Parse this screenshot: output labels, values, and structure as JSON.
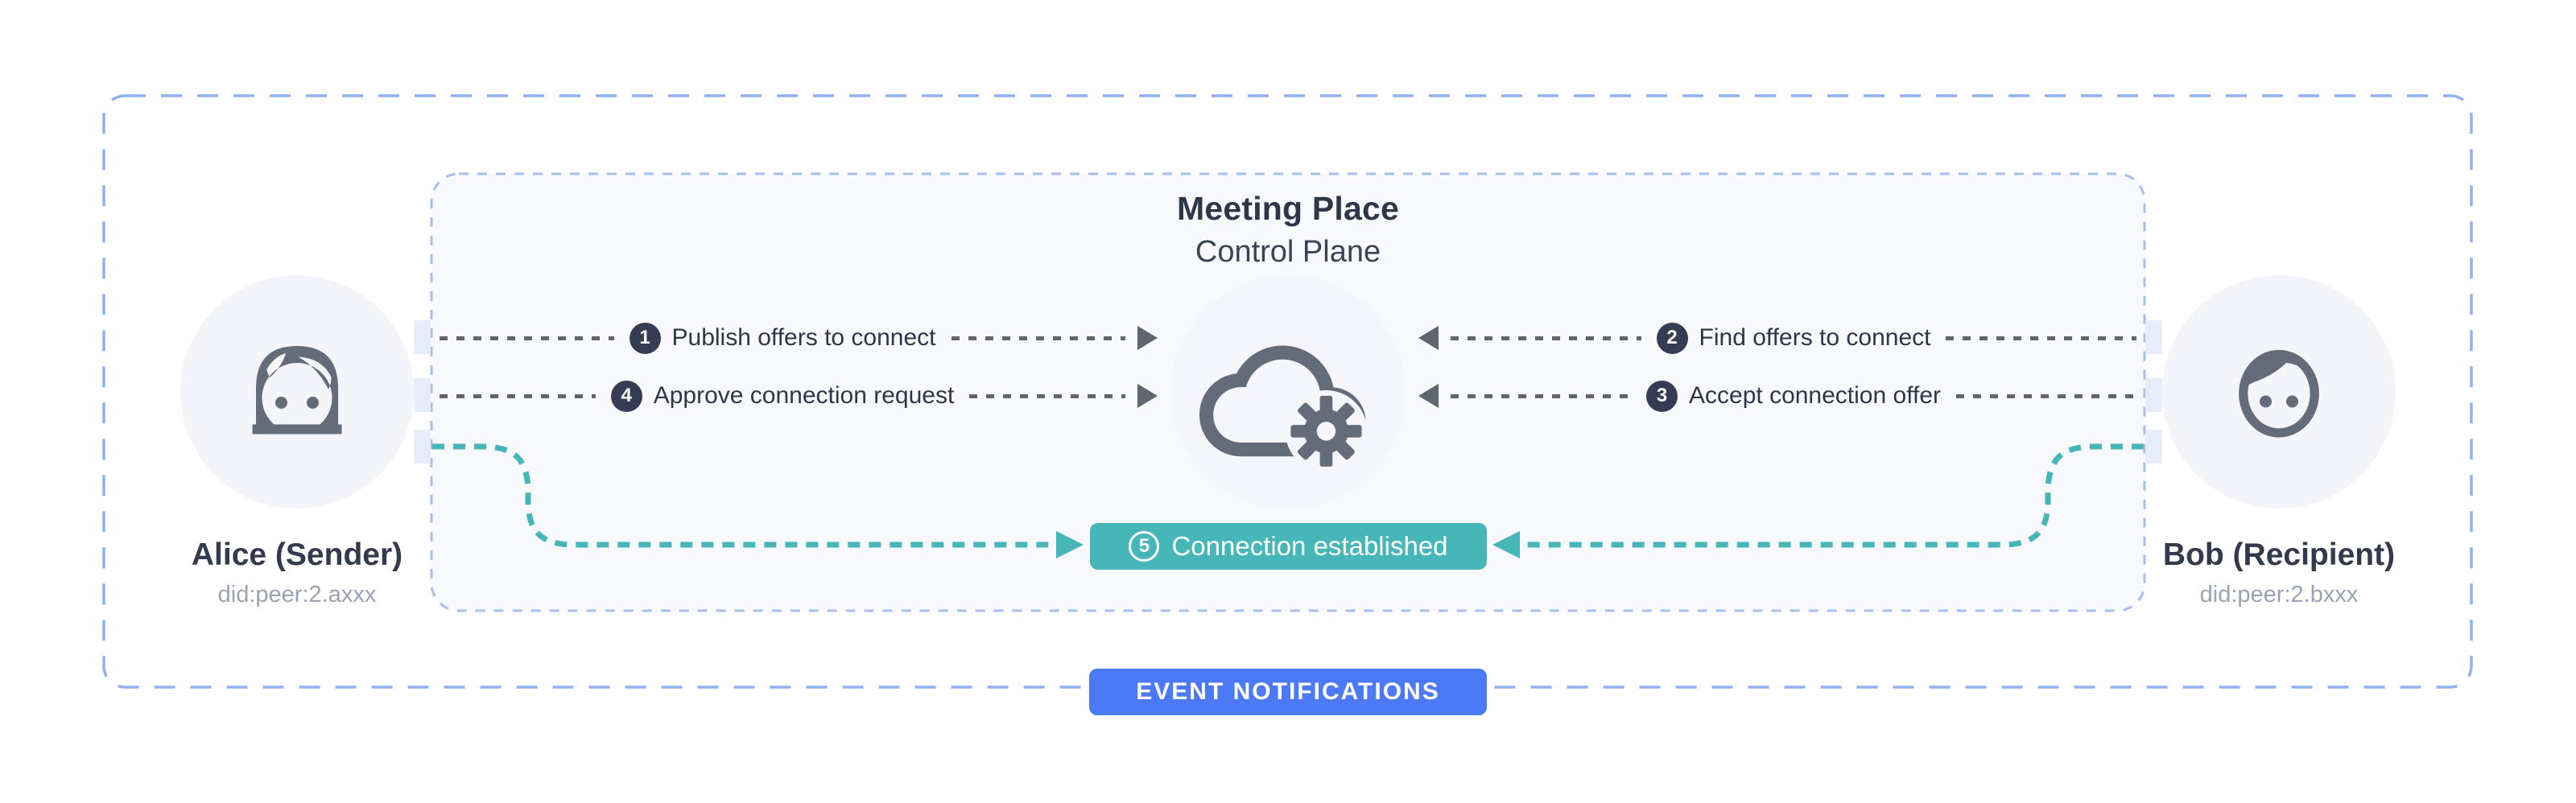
{
  "diagram": {
    "outer_zone_label": "EVENT NOTIFICATIONS",
    "meeting_place": {
      "title": "Meeting Place",
      "subtitle": "Control Plane"
    },
    "actors": {
      "alice": {
        "name": "Alice (Sender)",
        "did": "did:peer:2.axxx"
      },
      "bob": {
        "name": "Bob (Recipient)",
        "did": "did:peer:2.bxxx"
      }
    },
    "steps": {
      "publish": {
        "num": "1",
        "label": "Publish offers to connect",
        "arrow": "alice-to-meeting-place"
      },
      "find": {
        "num": "2",
        "label": "Find offers to connect",
        "arrow": "bob-to-meeting-place"
      },
      "accept": {
        "num": "3",
        "label": "Accept connection offer",
        "arrow": "bob-to-meeting-place"
      },
      "approve": {
        "num": "4",
        "label": "Approve connection request",
        "arrow": "alice-to-meeting-place"
      },
      "established": {
        "num": "5",
        "label": "Connection established",
        "arrow": "alice-and-bob-to-badge"
      }
    },
    "icons": {
      "alice": "woman-face-icon",
      "bob": "boy-face-icon",
      "meeting_place": "cloud-gear-icon"
    },
    "colors": {
      "teal_accent": "#46b6b9",
      "blue_accent": "#4c79f6",
      "navy_text": "#333a4e",
      "slate_icon": "#646b79",
      "gray_arrow": "#5f6672",
      "outer_dash_border": "#8fb1f3",
      "inner_dash_border": "#a7bef3",
      "inner_box_fill": "#f8f9fd",
      "circle_fill": "#f3f5fa",
      "did_text": "#9aa3b4"
    }
  }
}
